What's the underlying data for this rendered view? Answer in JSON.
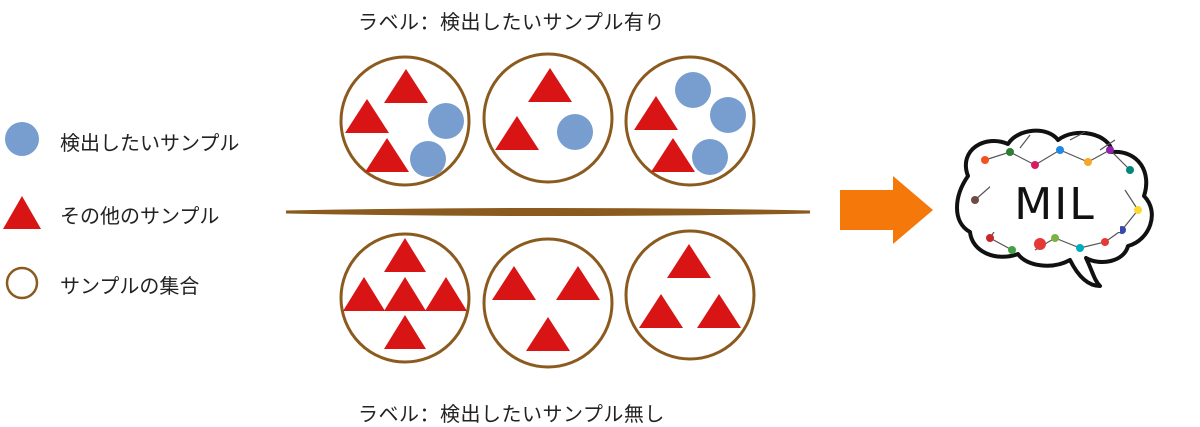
{
  "top_label": "ラベル：検出したいサンプル有り",
  "bottom_label": "ラベル：検出したいサンプル無し",
  "legend": {
    "target": "検出したいサンプル",
    "other": "その他のサンプル",
    "bag": "サンプルの集合"
  },
  "model_label": "MIL",
  "colors": {
    "target_circle": "#779ECF",
    "other_triangle": "#D91414",
    "bag_outline": "#8B5A1E",
    "divider": "#8B5A1E",
    "arrow": "#F5780A"
  }
}
